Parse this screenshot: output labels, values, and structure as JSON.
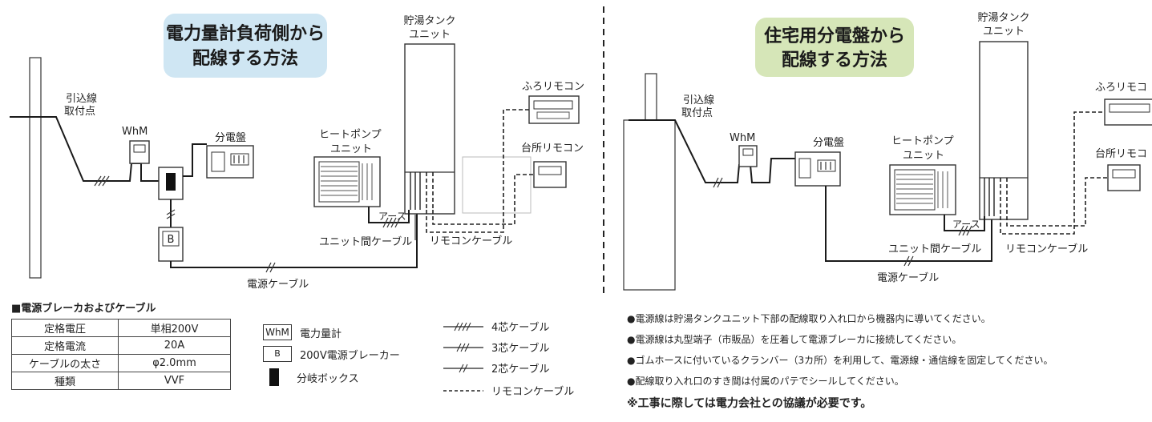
{
  "left_panel": {
    "title_line1": "電力量計負荷側から",
    "title_line2": "配線する方法",
    "title_bg": "#cfe6f3",
    "tank_label_line1": "貯湯タンク",
    "tank_label_line2": "ユニット",
    "bath_remote": "ふろリモコン",
    "kitchen_remote": "台所リモコン",
    "service_drop_line1": "引込線",
    "service_drop_line2": "取付点",
    "whm": "WhM",
    "distribution_board": "分電盤",
    "heat_pump_line1": "ヒートポンプ",
    "heat_pump_line2": "ユニット",
    "breaker": "B",
    "earth": "アース",
    "inter_unit_cable": "ユニット間ケーブル",
    "remote_cable": "リモコンケーブル",
    "power_cable": "電源ケーブル"
  },
  "right_panel": {
    "title_line1": "住宅用分電盤から",
    "title_line2": "配線する方法",
    "title_bg": "#d6e6b8",
    "tank_label_line1": "貯湯タンク",
    "tank_label_line2": "ユニット",
    "bath_remote": "ふろリモコ",
    "kitchen_remote": "台所リモコ",
    "service_drop_line1": "引込線",
    "service_drop_line2": "取付点",
    "whm": "WhM",
    "distribution_board": "分電盤",
    "heat_pump_line1": "ヒートポンプ",
    "heat_pump_line2": "ユニット",
    "earth": "アース",
    "inter_unit_cable": "ユニット間ケーブル",
    "remote_cable": "リモコンケーブル",
    "power_cable": "電源ケーブル"
  },
  "spec": {
    "heading": "■電源ブレーカおよびケーブル",
    "rows": [
      {
        "label": "定格電圧",
        "value": "単相200V"
      },
      {
        "label": "定格電流",
        "value": "20A"
      },
      {
        "label": "ケーブルの太さ",
        "value": "φ2.0mm"
      },
      {
        "label": "種類",
        "value": "VVF"
      }
    ]
  },
  "legend": {
    "whm_symbol": "WhM",
    "whm_label": "電力量計",
    "breaker_symbol": "B",
    "breaker_label": "200V電源ブレーカー",
    "box_label": "分岐ボックス"
  },
  "cables": {
    "four_core": "4芯ケーブル",
    "three_core": "3芯ケーブル",
    "two_core": "2芯ケーブル",
    "remote": "リモコンケーブル"
  },
  "notes": [
    "●電源線は貯湯タンクユニット下部の配線取り入れ口から機器内に導いてください。",
    "●電源線は丸型端子（市販品）を圧着して電源ブレーカに接続してください。",
    "●ゴムホースに付いているクランバー（3カ所）を利用して、電源線・通信線を固定してください。",
    "●配線取り入れ口のすき間は付属のパテでシールしてください。"
  ],
  "caution": "※工事に際しては電力会社との協議が必要です。"
}
